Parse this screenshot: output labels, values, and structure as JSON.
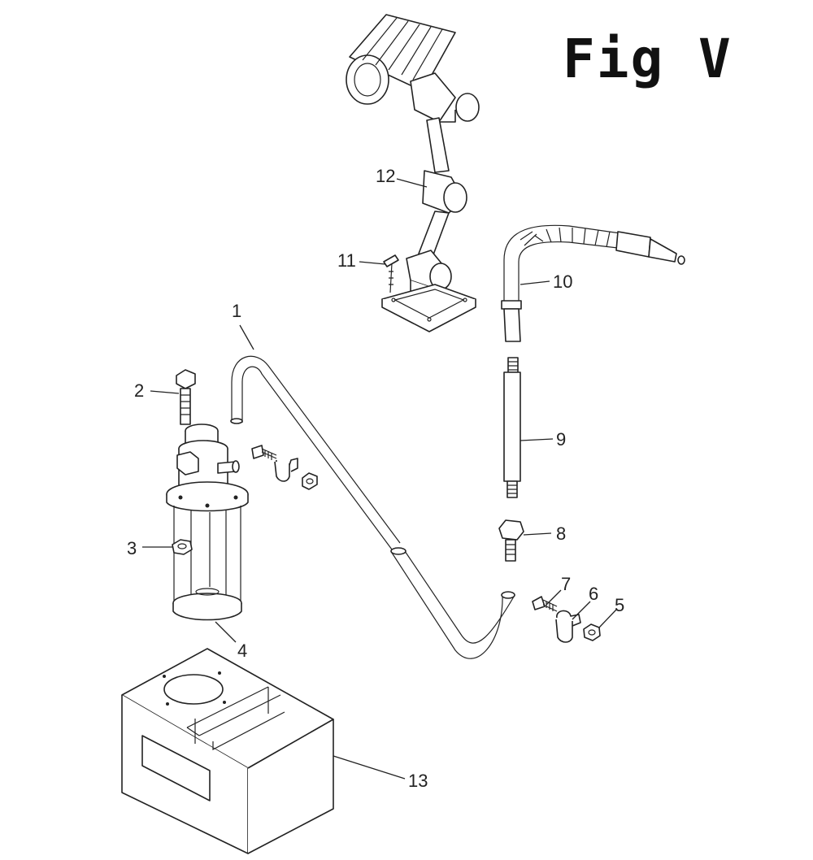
{
  "figure": {
    "title": "Fig V"
  },
  "callouts": [
    "1",
    "2",
    "3",
    "4",
    "5",
    "6",
    "7",
    "8",
    "9",
    "10",
    "11",
    "12",
    "13"
  ],
  "colors": {
    "ink": "#222222",
    "background": "#ffffff"
  }
}
